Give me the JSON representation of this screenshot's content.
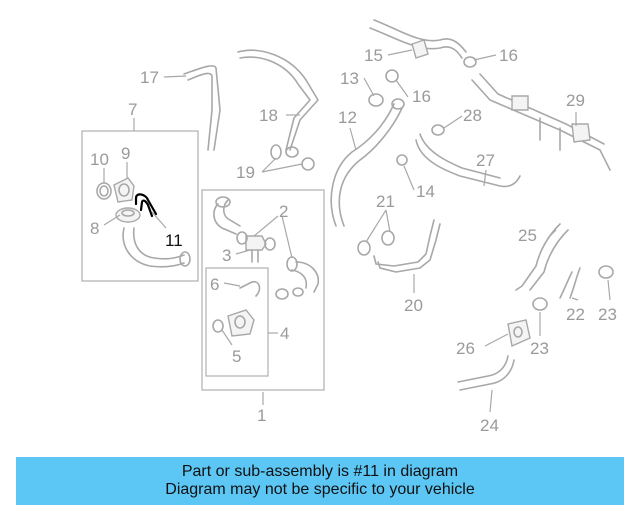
{
  "diagram": {
    "callouts": {
      "c1": "1",
      "c2": "2",
      "c3": "3",
      "c4": "4",
      "c5": "5",
      "c6": "6",
      "c7": "7",
      "c8": "8",
      "c9": "9",
      "c10": "10",
      "c11": "11",
      "c12": "12",
      "c13": "13",
      "c14": "14",
      "c15": "15",
      "c16a": "16",
      "c16b": "16",
      "c17": "17",
      "c18": "18",
      "c19": "19",
      "c20": "20",
      "c21": "21",
      "c22": "22",
      "c23a": "23",
      "c23b": "23",
      "c24": "24",
      "c25": "25",
      "c26": "26",
      "c27": "27",
      "c28": "28",
      "c29": "29"
    },
    "highlighted_part": "11",
    "highlight_color": "#000000",
    "part_color": "#a8a8a8"
  },
  "banner": {
    "line1": "Part or sub-assembly is #11 in diagram",
    "line2": "Diagram may not be specific to your vehicle",
    "background": "#5cc6f5"
  }
}
